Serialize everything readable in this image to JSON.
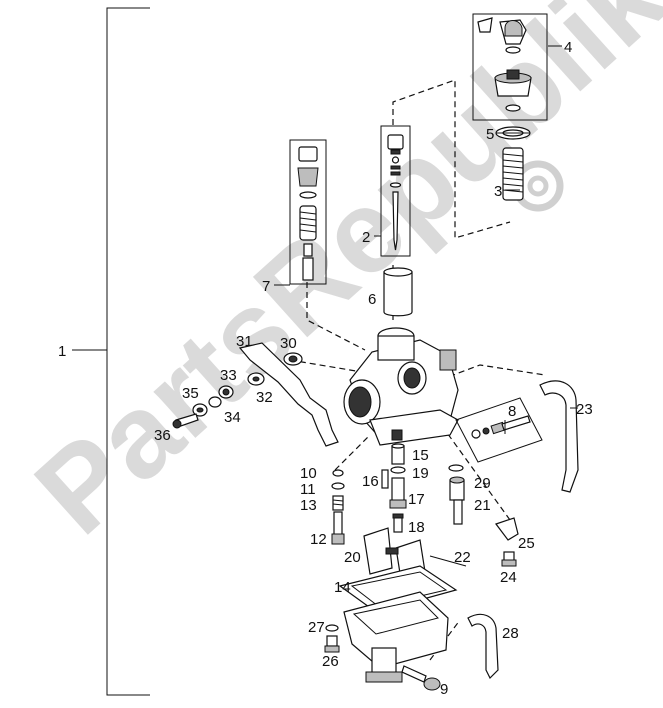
{
  "watermark": "PartsRepublik",
  "callouts": [
    "1",
    "2",
    "3",
    "4",
    "5",
    "6",
    "7",
    "8",
    "9",
    "10",
    "11",
    "12",
    "13",
    "14",
    "15",
    "16",
    "17",
    "18",
    "19",
    "20",
    "21",
    "22",
    "23",
    "24",
    "25",
    "26",
    "27",
    "28",
    "29",
    "30",
    "31",
    "32",
    "33",
    "34",
    "35",
    "36"
  ]
}
